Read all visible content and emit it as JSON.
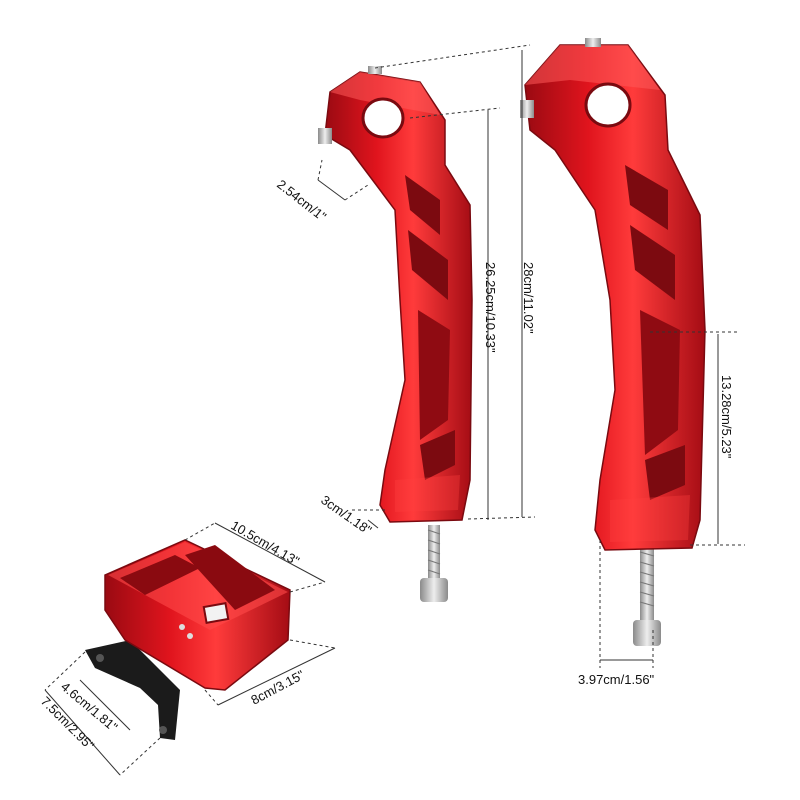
{
  "product": {
    "colors": {
      "anodized_red": "#d2101a",
      "red_dark": "#8f0a10",
      "red_light": "#ff4a4a",
      "bolt_silver": "#c9c9c9",
      "bracket_black": "#1b1b1b"
    },
    "dimensions": {
      "clamp_width": "2.54cm/1\"",
      "riser_height": "26.25cm/10.33\"",
      "total_height": "28cm/11.02\"",
      "base_thickness": "3cm/1.18\"",
      "lower_section": "13.28cm/5.23\"",
      "bolt_offset": "3.97cm/1.56\"",
      "mount_length": "10.5cm/4.13\"",
      "mount_width": "8cm/3.15\"",
      "bracket_inner": "4.6cm/1.81\"",
      "bracket_outer": "7.5cm/2.95\""
    }
  }
}
